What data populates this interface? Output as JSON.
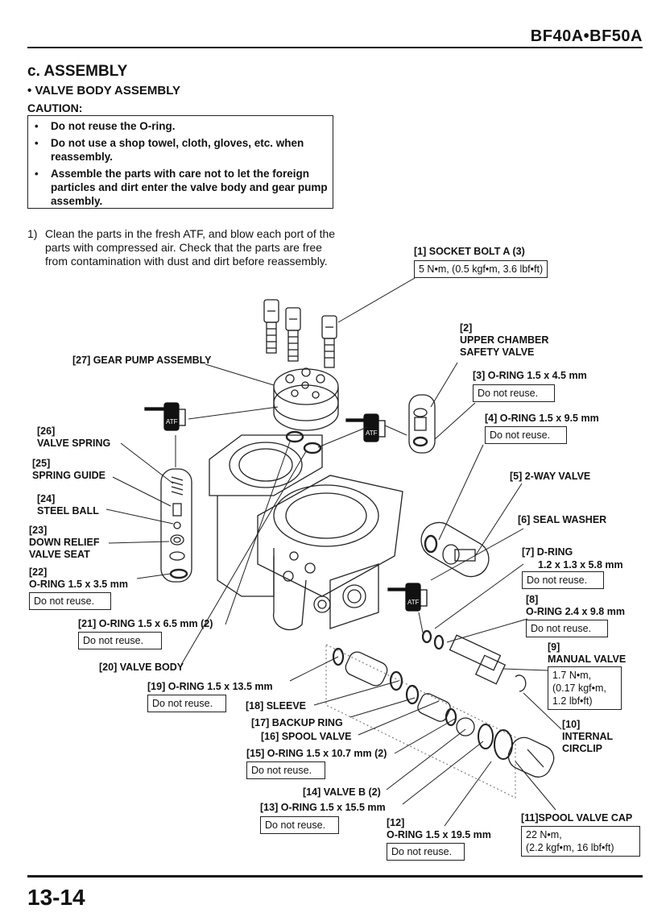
{
  "header": {
    "model": "BF40A•BF50A"
  },
  "section": {
    "title": "c. ASSEMBLY",
    "subtitle": "• VALVE BODY ASSEMBLY"
  },
  "caution": {
    "label": "CAUTION:",
    "bullet": "•",
    "items": [
      "Do not reuse the O-ring.",
      "Do not use a shop towel, cloth, gloves, etc. when reassembly.",
      "Assemble the parts with care not to let the foreign particles and dirt enter the valve body and gear pump assembly."
    ]
  },
  "step": {
    "number": "1)",
    "text": "Clean the parts in the fresh ATF, and blow each port of the parts with compressed air. Check that the parts are free from contamination with dust and dirt before reassembly."
  },
  "atf_label": "ATF",
  "callouts": {
    "c1": {
      "label": "[1] SOCKET BOLT A (3)",
      "spec": "5 N•m, (0.5 kgf•m, 3.6 lbf•ft)"
    },
    "c2": {
      "num": "[2]",
      "line1": "UPPER CHAMBER",
      "line2": "SAFETY VALVE"
    },
    "c3": {
      "label": "[3] O-RING 1.5 x 4.5 mm",
      "note": "Do not reuse."
    },
    "c4": {
      "label": "[4] O-RING 1.5 x 9.5 mm",
      "note": "Do not reuse."
    },
    "c5": {
      "label": "[5] 2-WAY VALVE"
    },
    "c6": {
      "label": "[6] SEAL WASHER"
    },
    "c7": {
      "label": "[7] D-RING",
      "size": "1.2 x 1.3 x 5.8 mm",
      "note": "Do not reuse."
    },
    "c8": {
      "num": "[8]",
      "label": "O-RING 2.4 x 9.8 mm",
      "note": "Do not reuse."
    },
    "c9": {
      "num": "[9]",
      "label": "MANUAL VALVE",
      "spec1": "1.7 N•m,",
      "spec2": "(0.17 kgf•m,",
      "spec3": "1.2 lbf•ft)"
    },
    "c10": {
      "num": "[10]",
      "line1": "INTERNAL",
      "line2": "CIRCLIP"
    },
    "c11": {
      "label": "[11]SPOOL VALVE CAP",
      "spec1": "22 N•m,",
      "spec2": "(2.2 kgf•m, 16 lbf•ft)"
    },
    "c12": {
      "num": "[12]",
      "label": "O-RING 1.5 x 19.5 mm",
      "note": "Do not reuse."
    },
    "c13": {
      "label": "[13] O-RING 1.5 x 15.5 mm",
      "note": "Do not reuse."
    },
    "c14": {
      "label": "[14] VALVE B (2)"
    },
    "c15": {
      "label": "[15] O-RING 1.5 x 10.7 mm (2)",
      "note": "Do not reuse."
    },
    "c16": {
      "label": "[16] SPOOL VALVE"
    },
    "c17": {
      "label": "[17] BACKUP RING"
    },
    "c18": {
      "label": "[18] SLEEVE"
    },
    "c19": {
      "label": "[19] O-RING 1.5 x 13.5 mm",
      "note": "Do not reuse."
    },
    "c20": {
      "label": "[20] VALVE BODY"
    },
    "c21": {
      "label": "[21] O-RING 1.5 x 6.5 mm (2)",
      "note": "Do not reuse."
    },
    "c22": {
      "num": "[22]",
      "label": "O-RING 1.5 x 3.5 mm",
      "note": "Do not reuse."
    },
    "c23": {
      "num": "[23]",
      "line1": "DOWN RELIEF",
      "line2": "VALVE SEAT"
    },
    "c24": {
      "num": "[24]",
      "label": "STEEL BALL"
    },
    "c25": {
      "num": "[25]",
      "label": "SPRING GUIDE"
    },
    "c26": {
      "num": "[26]",
      "label": "VALVE SPRING"
    },
    "c27": {
      "label": "[27] GEAR PUMP ASSEMBLY"
    }
  },
  "footer": {
    "page": "13-14"
  }
}
